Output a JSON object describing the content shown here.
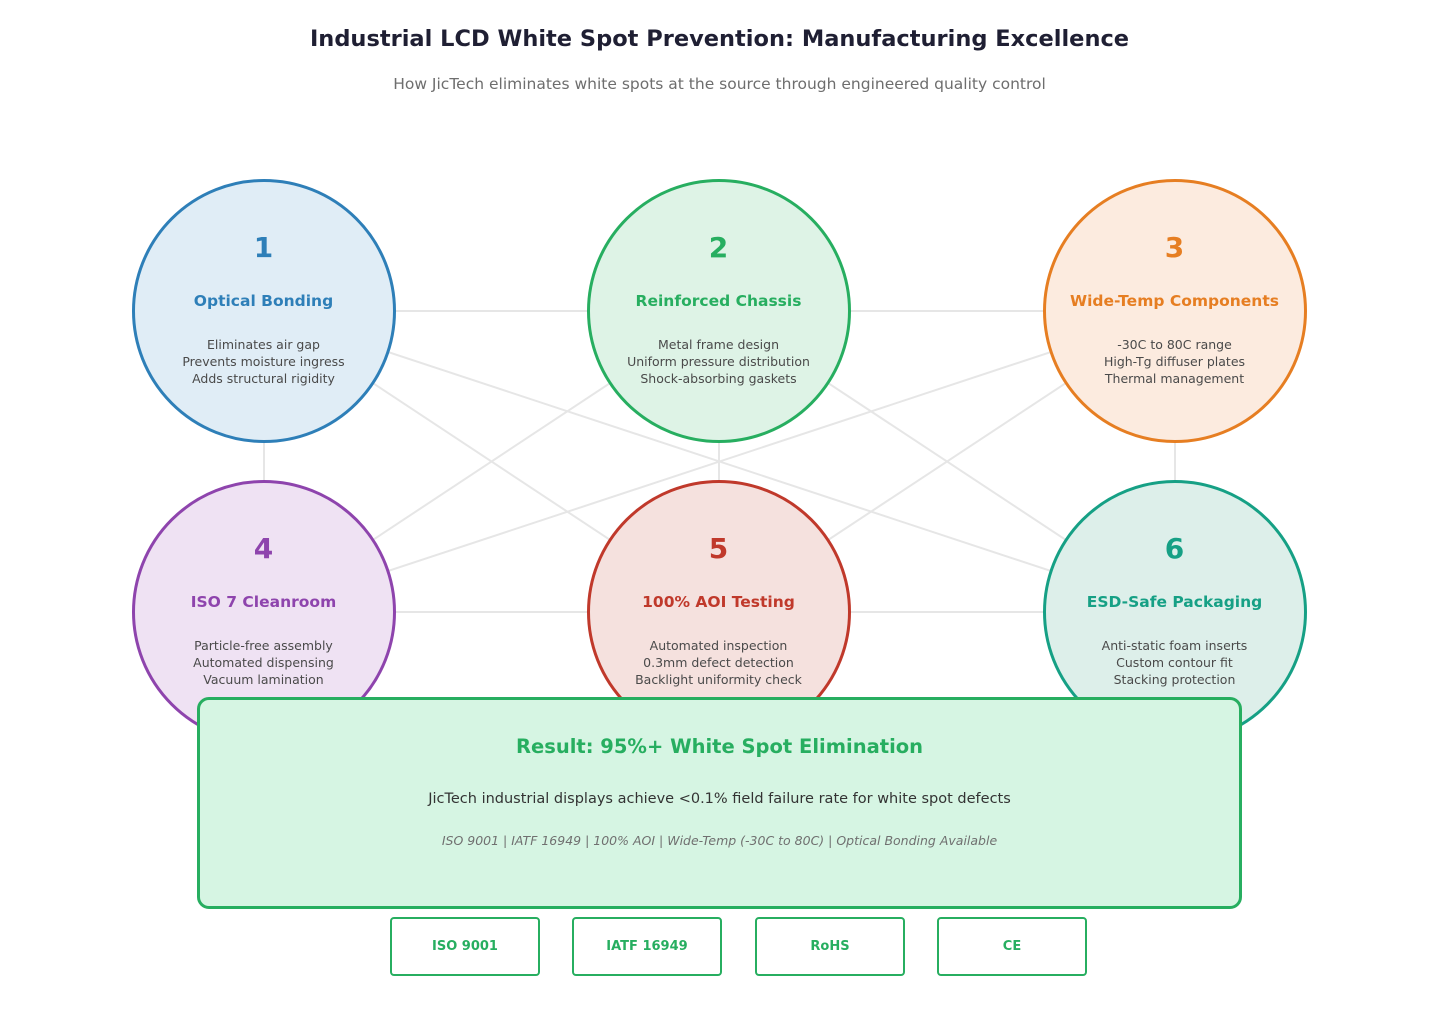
{
  "title": "Industrial LCD White Spot Prevention: Manufacturing Excellence",
  "subtitle": "How JicTech eliminates white spots at the source through engineered quality control",
  "steps": [
    {
      "num": "1",
      "title": "Optical Bonding",
      "lines": [
        "Eliminates air gap",
        "Prevents moisture ingress",
        "Adds structural rigidity"
      ],
      "color": "#2e7fb8",
      "fill": "#e0edf6"
    },
    {
      "num": "2",
      "title": "Reinforced Chassis",
      "lines": [
        "Metal frame design",
        "Uniform pressure distribution",
        "Shock-absorbing gaskets"
      ],
      "color": "#27ae60",
      "fill": "#def3e6"
    },
    {
      "num": "3",
      "title": "Wide-Temp Components",
      "lines": [
        "-30C to 80C range",
        "High-Tg diffuser plates",
        "Thermal management"
      ],
      "color": "#e67e22",
      "fill": "#fcebdf"
    },
    {
      "num": "4",
      "title": "ISO 7 Cleanroom",
      "lines": [
        "Particle-free assembly",
        "Automated dispensing",
        "Vacuum lamination"
      ],
      "color": "#8e44ad",
      "fill": "#efe2f3"
    },
    {
      "num": "5",
      "title": "100% AOI Testing",
      "lines": [
        "Automated inspection",
        "0.3mm defect detection",
        "Backlight uniformity check"
      ],
      "color": "#c0392b",
      "fill": "#f5e1de"
    },
    {
      "num": "6",
      "title": "ESD-Safe Packaging",
      "lines": [
        "Anti-static foam inserts",
        "Custom contour fit",
        "Stacking protection"
      ],
      "color": "#16a085",
      "fill": "#ddefea"
    }
  ],
  "result": {
    "title": "Result: 95%+ White Spot Elimination",
    "body": "JicTech industrial displays achieve <0.1% field failure rate for white spot defects",
    "footer": "ISO 9001 | IATF 16949 | 100% AOI | Wide-Temp (-30C to 80C) | Optical Bonding Available"
  },
  "badges": [
    "ISO 9001",
    "IATF 16949",
    "RoHS",
    "CE"
  ],
  "colors": {
    "accent": "#27ae60",
    "connector": "#e6e6e6"
  }
}
